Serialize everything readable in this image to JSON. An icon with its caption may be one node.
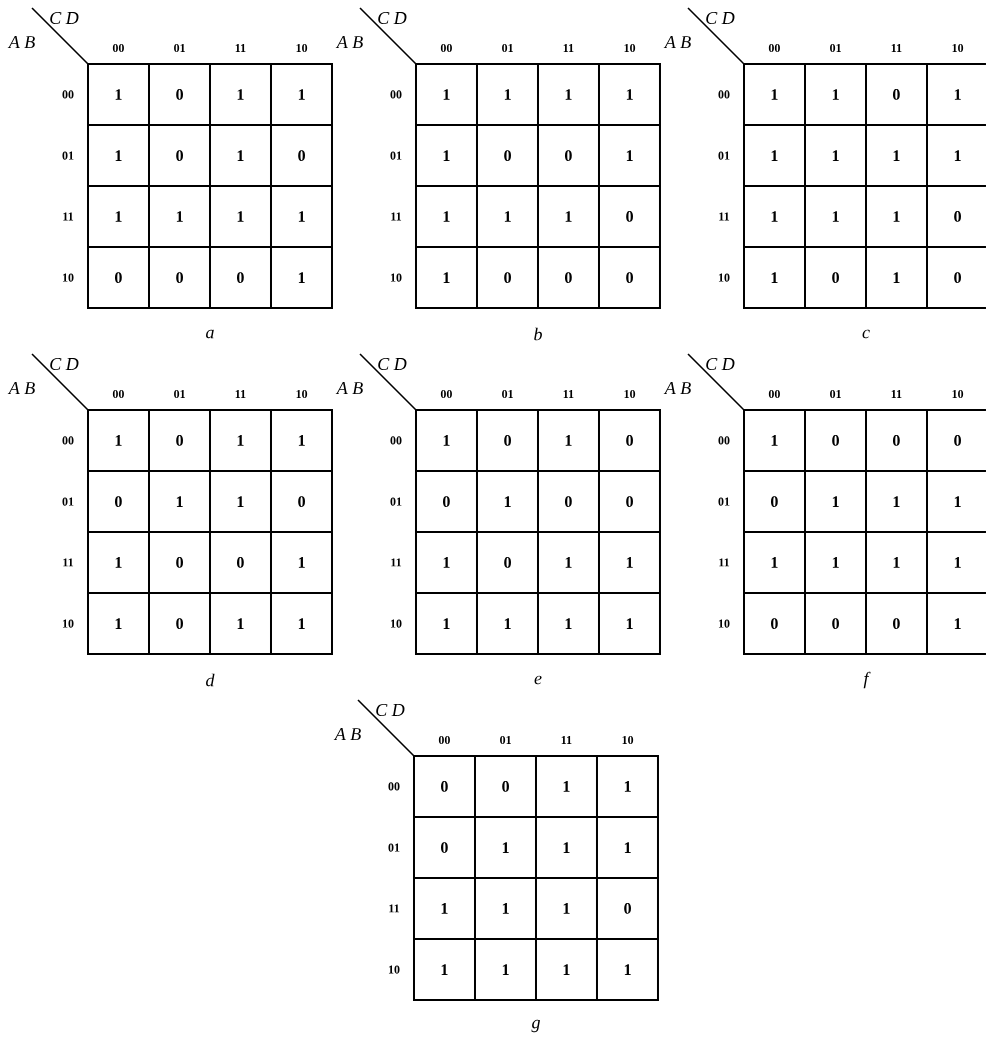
{
  "diagram": {
    "labels": [
      "C D",
      "A B",
      "00",
      "01",
      "11",
      "10",
      "00",
      "1",
      "0",
      "1",
      "1",
      "01",
      "1",
      "0",
      "1",
      "0",
      "11",
      "1",
      "1",
      "1",
      "1",
      "10",
      "0",
      "0",
      "0",
      "1",
      "a",
      "C D",
      "A B",
      "00",
      "01",
      "11",
      "10",
      "00",
      "1",
      "1",
      "1",
      "1",
      "01",
      "1",
      "0",
      "0",
      "1",
      "11",
      "1",
      "1",
      "1",
      "0",
      "10",
      "1",
      "0",
      "0",
      "0",
      "b",
      "C D",
      "A B",
      "00",
      "01",
      "11",
      "10",
      "00",
      "1",
      "1",
      "0",
      "1",
      "01",
      "1",
      "1",
      "1",
      "1",
      "11",
      "1",
      "1",
      "1",
      "0",
      "10",
      "1",
      "0",
      "1",
      "0",
      "c",
      "C D",
      "A B",
      "00",
      "01",
      "11",
      "10",
      "00",
      "1",
      "0",
      "1",
      "1",
      "01",
      "0",
      "1",
      "1",
      "0",
      "11",
      "1",
      "0",
      "0",
      "1",
      "10",
      "1",
      "0",
      "1",
      "1",
      "d",
      "C D",
      "A B",
      "00",
      "01",
      "11",
      "10",
      "00",
      "1",
      "0",
      "1",
      "0",
      "01",
      "0",
      "1",
      "0",
      "0",
      "11",
      "1",
      "0",
      "1",
      "1",
      "10",
      "1",
      "1",
      "1",
      "1",
      "e",
      "C D",
      "A B",
      "00",
      "01",
      "11",
      "10",
      "00",
      "1",
      "0",
      "0",
      "0",
      "01",
      "0",
      "1",
      "1",
      "1",
      "11",
      "1",
      "1",
      "1",
      "1",
      "10",
      "0",
      "0",
      "0",
      "1",
      "f",
      "C D",
      "A B",
      "00",
      "01",
      "11",
      "10",
      "00",
      "0",
      "0",
      "1",
      "1",
      "01",
      "0",
      "1",
      "1",
      "1",
      "11",
      "1",
      "1",
      "1",
      "0",
      "10",
      "1",
      "1",
      "1",
      "1",
      "g"
    ]
  }
}
